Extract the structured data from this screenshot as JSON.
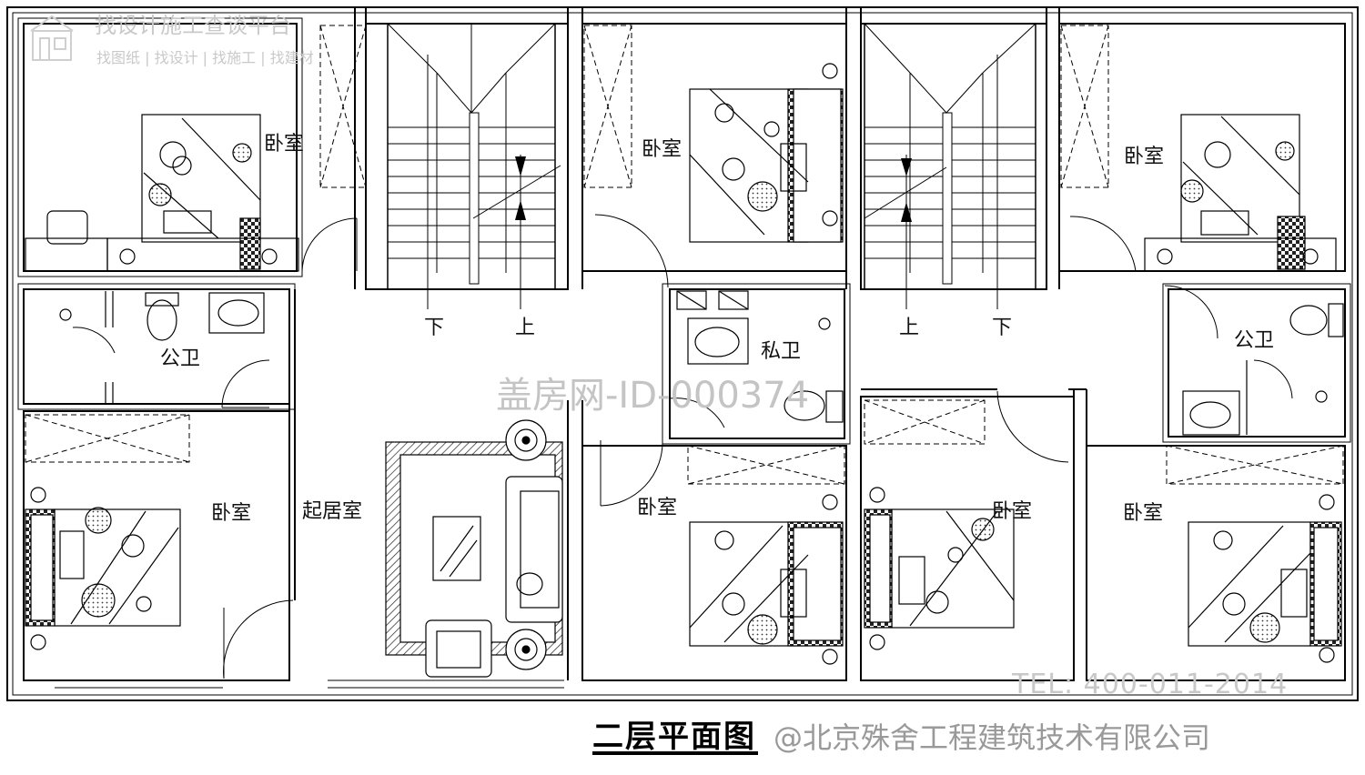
{
  "rooms": {
    "bedroom_top_left": "卧室",
    "bedroom_top_mid": "卧室",
    "bedroom_top_right": "卧室",
    "bedroom_lower_left": "卧室",
    "bedroom_lower_mid": "卧室",
    "bedroom_lower_midright": "卧室",
    "bedroom_lower_right": "卧室",
    "bath_public_left": "公卫",
    "bath_public_right": "公卫",
    "bath_private": "私卫",
    "living_room": "起居室"
  },
  "stairs": {
    "left_down": "下",
    "left_up": "上",
    "right_up": "上",
    "right_down": "下"
  },
  "title": "二层平面图",
  "company": "@北京殊舍工程建筑技术有限公司",
  "tel": "TEL: 400-011-2014",
  "watermark_id": "盖房网-ID-000374",
  "watermark_top_line1": "找设计施工查谈平台",
  "watermark_top_line2": "找图纸 | 找设计 | 找施工 | 找建材"
}
